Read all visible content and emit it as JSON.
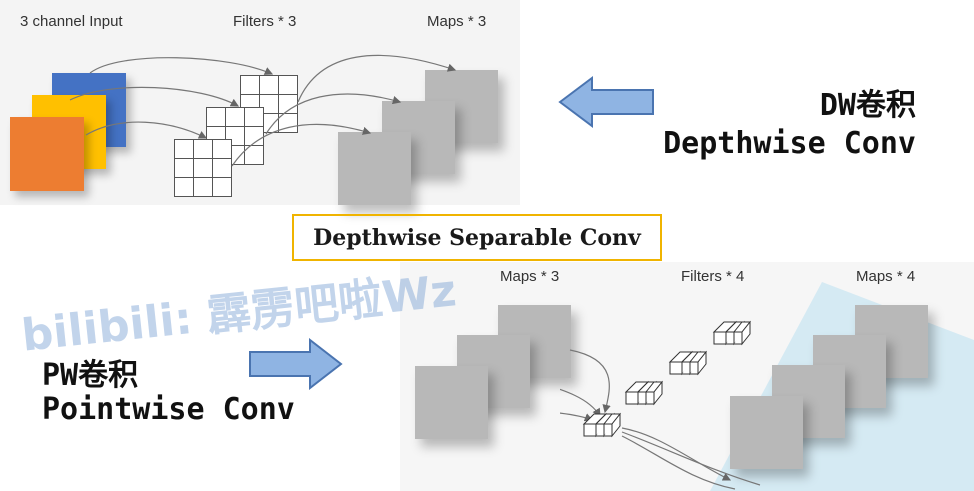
{
  "top": {
    "caption_input": "3 channel Input",
    "caption_filters": "Filters * 3",
    "caption_maps": "Maps * 3",
    "channel_colors": [
      "#4472c4",
      "#ffc000",
      "#ed7d31"
    ]
  },
  "dw": {
    "label_cn": "DW卷积",
    "label_en": "Depthwise Conv"
  },
  "center": {
    "title": "Depthwise Separable Conv"
  },
  "bottom": {
    "caption_maps_in": "Maps * 3",
    "caption_filters": "Filters * 4",
    "caption_maps_out": "Maps * 4"
  },
  "pw": {
    "label_cn": "PW卷积",
    "label_en": "Pointwise Conv"
  },
  "watermark": {
    "text": "bilibili: 霹雳吧啦Wz"
  },
  "colors": {
    "arrow_fill": "#8fb4e3",
    "arrow_stroke": "#4a74b0",
    "title_border": "#f0b400",
    "map_gray": "#b8b8b8"
  }
}
